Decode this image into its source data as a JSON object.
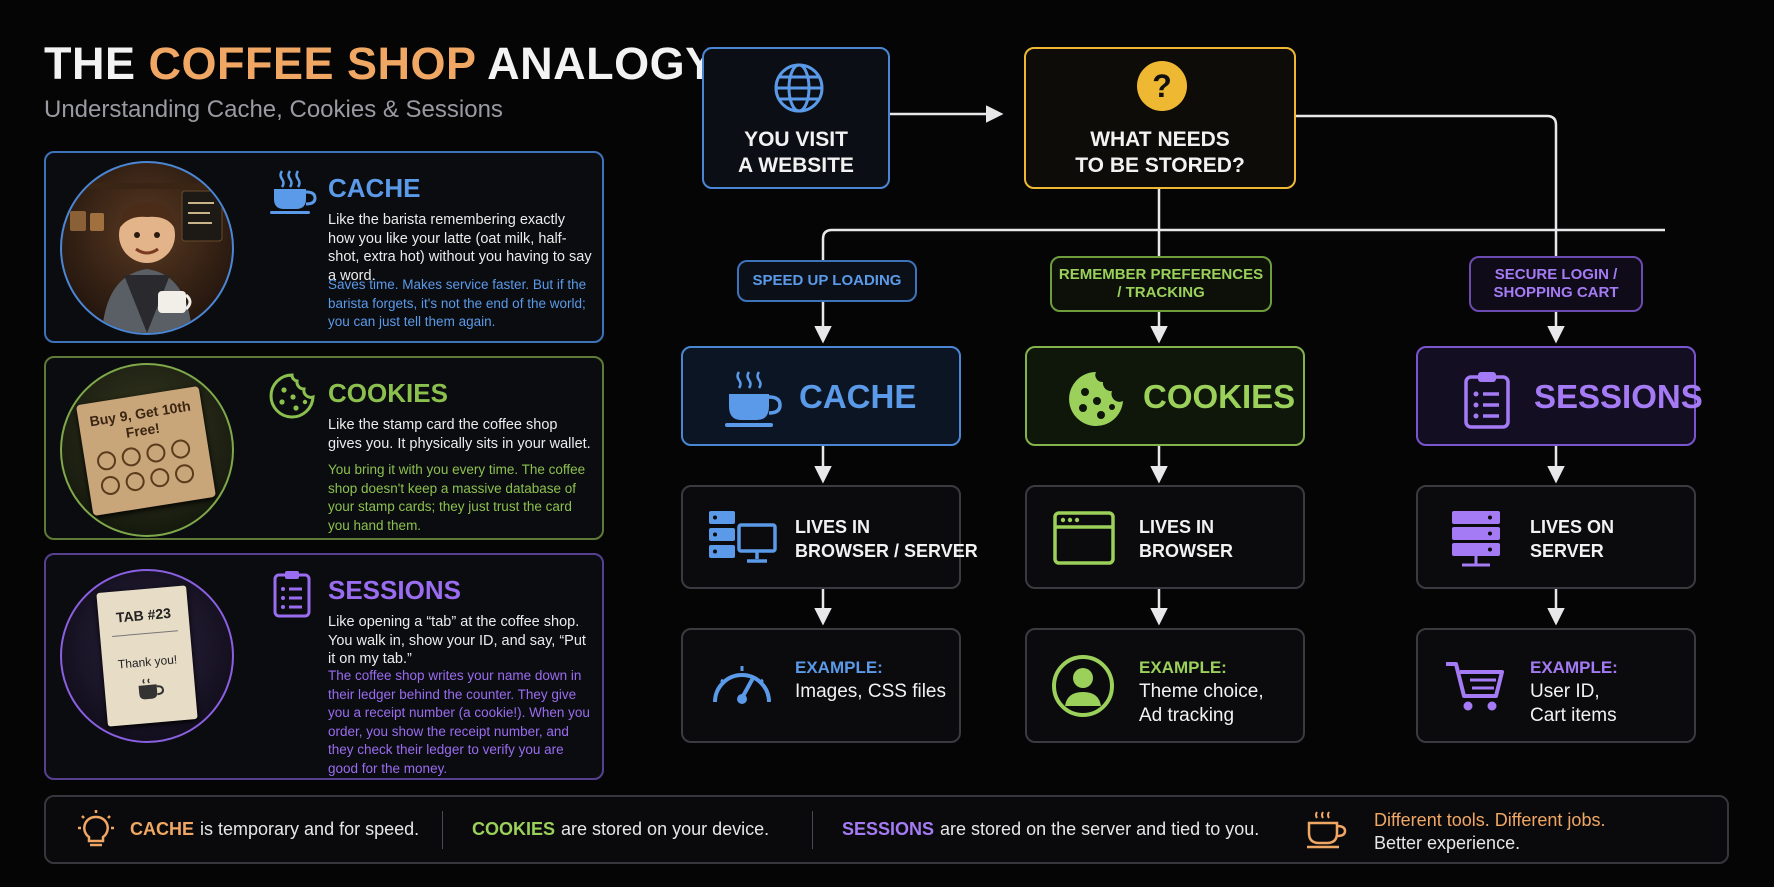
{
  "header": {
    "title_pre": "THE ",
    "title_accent": "COFFEE SHOP",
    "title_post": " ANALOGY",
    "subtitle": "Understanding Cache, Cookies & Sessions"
  },
  "colors": {
    "cache": "#5b9ae8",
    "cookies": "#9bd05a",
    "sessions": "#a57bf5",
    "question": "#efb833",
    "accent": "#f0a764"
  },
  "analogy": {
    "cache": {
      "title": "CACHE",
      "icon": "coffee-cup-icon",
      "description": "Like the barista remembering exactly how you like your latte (oat milk, half-shot, extra hot) without you having to say a word.",
      "note": "Saves time. Makes service faster. But if the barista forgets, it's not the end of the world; you can just tell them again."
    },
    "cookies": {
      "title": "COOKIES",
      "icon": "cookie-icon",
      "stamp_card": "Buy 9, Get 10th Free!",
      "description": "Like the stamp card the coffee shop gives you. It physically sits in your wallet.",
      "note": "You bring it with you every time. The coffee shop doesn't keep a massive database of your stamp cards; they just trust the card you hand them."
    },
    "sessions": {
      "title": "SESSIONS",
      "icon": "clipboard-icon",
      "receipt_tab": "TAB #23",
      "receipt_thanks": "Thank you!",
      "description": "Like opening a “tab” at the coffee shop. You walk in, show your ID, and say, “Put it on my tab.”",
      "note": "The coffee shop writes your name down in their ledger behind the counter. They give you a receipt number (a cookie!). When you order, you show the receipt number, and they check their ledger to verify you are good for the money."
    }
  },
  "flow": {
    "start": {
      "label_1": "YOU VISIT",
      "label_2": "A WEBSITE",
      "icon": "globe-icon"
    },
    "question": {
      "label_1": "WHAT NEEDS",
      "label_2": "TO BE STORED?",
      "icon": "question-icon"
    },
    "branches": {
      "cache": {
        "reason": "SPEED UP LOADING",
        "name": "CACHE",
        "lives_1": "LIVES IN",
        "lives_2": "BROWSER / SERVER",
        "example_label": "EXAMPLE:",
        "example_1": "Images, CSS files",
        "example_2": ""
      },
      "cookies": {
        "reason": "REMEMBER PREFERENCES / TRACKING",
        "name": "COOKIES",
        "lives_1": "LIVES IN",
        "lives_2": "BROWSER",
        "example_label": "EXAMPLE:",
        "example_1": "Theme choice,",
        "example_2": "Ad tracking"
      },
      "sessions": {
        "reason": "SECURE LOGIN / SHOPPING CART",
        "name": "SESSIONS",
        "lives_1": "LIVES ON",
        "lives_2": "SERVER",
        "example_label": "EXAMPLE:",
        "example_1": "User ID,",
        "example_2": "Cart items"
      }
    }
  },
  "footer": {
    "cache_key": "CACHE",
    "cache_text": "is temporary and for speed.",
    "cookies_key": "COOKIES",
    "cookies_text": "are stored on your device.",
    "sessions_key": "SESSIONS",
    "sessions_text": "are stored on the server and tied to you.",
    "closing_1": "Different tools. Different jobs.",
    "closing_2": "Better experience."
  }
}
